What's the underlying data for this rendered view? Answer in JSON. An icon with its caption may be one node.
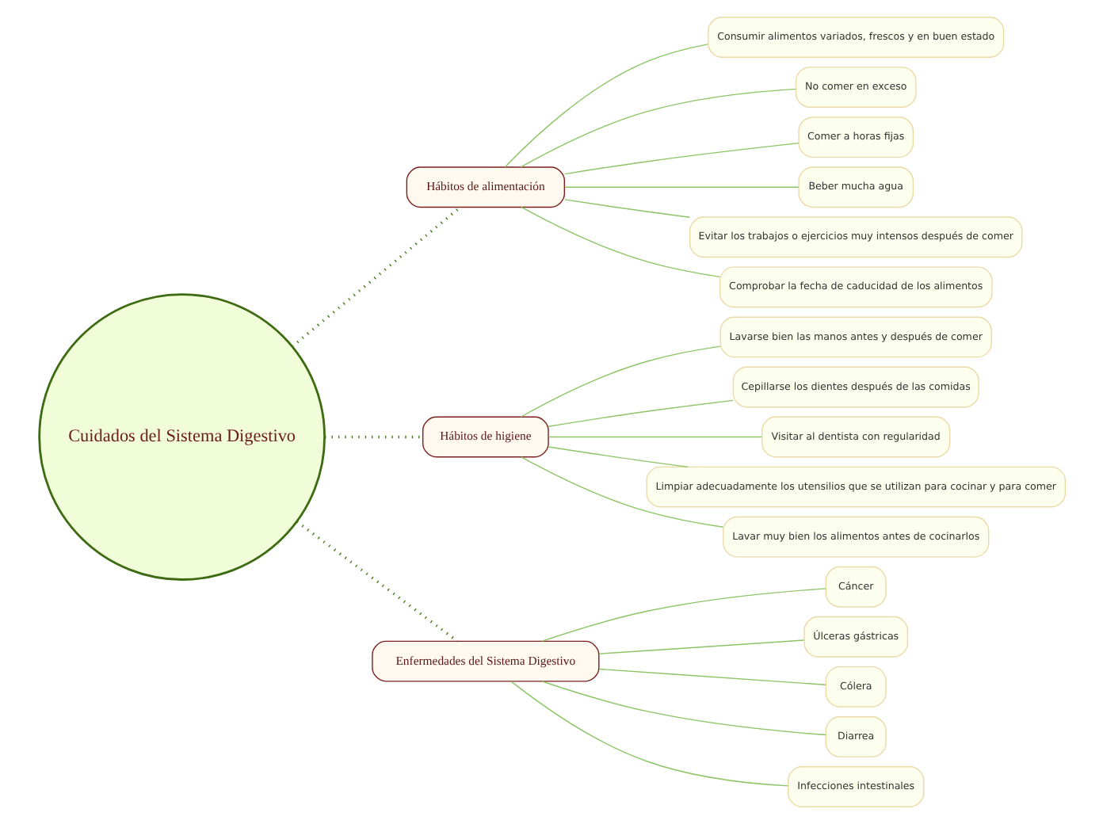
{
  "diagram": {
    "nodes": [
      {
        "text": [
          "Cuidados del Sistema Digestivo"
        ]
      },
      {
        "text": [
          "Hábitos de alimentación"
        ]
      },
      {
        "text": [
          "Consumir alimentos variados, frescos y en buen estado"
        ]
      },
      {
        "text": [
          "No comer en exceso"
        ]
      },
      {
        "text": [
          "Comer a horas fijas"
        ]
      },
      {
        "text": [
          "Beber mucha agua"
        ]
      },
      {
        "text": [
          "Evitar los trabajos o ejercicios muy intensos después de comer"
        ]
      },
      {
        "text": [
          "Comprobar la fecha de caducidad de los alimentos"
        ]
      },
      {
        "text": [
          "Hábitos de higiene"
        ]
      },
      {
        "text": [
          "Lavarse bien las manos antes y después de comer"
        ]
      },
      {
        "text": [
          "Cepillarse los dientes después de las comidas"
        ]
      },
      {
        "text": [
          "Visitar al dentista con regularidad"
        ]
      },
      {
        "text": [
          "Limpiar adecuadamente los utensilios que se utilizan para cocinar y para comer"
        ]
      },
      {
        "text": [
          "Lavar muy bien los alimentos antes de cocinarlos"
        ]
      },
      {
        "text": [
          "Enfermedades del Sistema Digestivo"
        ]
      },
      {
        "text": [
          "Cáncer"
        ]
      },
      {
        "text": [
          "Úlceras gástricas"
        ]
      },
      {
        "text": [
          "Cólera"
        ]
      },
      {
        "text": [
          "Diarrea"
        ]
      },
      {
        "text": [
          "Infecciones intestinales"
        ]
      }
    ],
    "edges": [
      {
        "from": 0,
        "to": 1,
        "arrow": "none",
        "style": "dashed",
        "color": "#4a7a1c"
      },
      {
        "from": 1,
        "to": 2,
        "arrow": "none"
      },
      {
        "from": 1,
        "to": 3,
        "arrow": "none"
      },
      {
        "from": 1,
        "to": 4,
        "arrow": "none"
      },
      {
        "from": 1,
        "to": 5,
        "arrow": "none"
      },
      {
        "from": 1,
        "to": 6,
        "arrow": "none"
      },
      {
        "from": 1,
        "to": 7,
        "arrow": "none"
      },
      {
        "from": 0,
        "to": 8,
        "arrow": "none",
        "style": "dashed",
        "color": "#4a7a1c"
      },
      {
        "from": 8,
        "to": 9,
        "arrow": "none"
      },
      {
        "from": 8,
        "to": 10,
        "arrow": "none"
      },
      {
        "from": 8,
        "to": 11,
        "arrow": "none"
      },
      {
        "from": 8,
        "to": 12,
        "arrow": "none"
      },
      {
        "from": 8,
        "to": 13,
        "arrow": "none"
      },
      {
        "from": 0,
        "to": 14,
        "arrow": "none",
        "style": "dashed",
        "color": "#4a7a1c"
      },
      {
        "from": 14,
        "to": 15,
        "arrow": "none"
      },
      {
        "from": 14,
        "to": 16,
        "arrow": "none"
      },
      {
        "from": 14,
        "to": 17,
        "arrow": "none"
      },
      {
        "from": 14,
        "to": 18,
        "arrow": "none"
      },
      {
        "from": 14,
        "to": 19,
        "arrow": "none"
      }
    ]
  }
}
